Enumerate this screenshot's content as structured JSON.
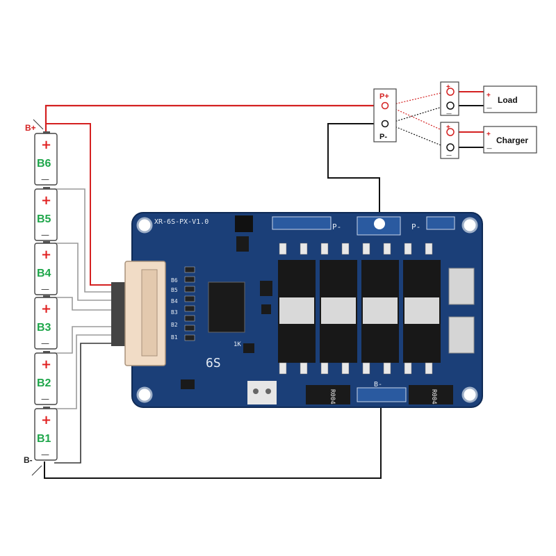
{
  "battery": {
    "b_plus": "B+",
    "b_minus": "B-",
    "cells": [
      {
        "name": "B6",
        "plus": "+",
        "minus": "—"
      },
      {
        "name": "B5",
        "plus": "+",
        "minus": "—"
      },
      {
        "name": "B4",
        "plus": "+",
        "minus": "—"
      },
      {
        "name": "B3",
        "plus": "+",
        "minus": "—"
      },
      {
        "name": "B2",
        "plus": "+",
        "minus": "—"
      },
      {
        "name": "B1",
        "plus": "+",
        "minus": "—"
      }
    ]
  },
  "terminals": {
    "p_plus": "P+",
    "p_minus": "P-",
    "plus_sign": "+",
    "minus_sign": "—",
    "load": "Load",
    "charger": "Charger"
  },
  "board": {
    "model": "XR-6S-PX-V1.0",
    "series": "6S",
    "p_minus_1": "P-",
    "p_minus_2": "P-",
    "b_minus": "B-",
    "resistor_1": "R004",
    "resistor_2": "R004",
    "res_1k": "1K",
    "balance_pins": [
      "B6",
      "B5",
      "B4",
      "B3",
      "B2",
      "B1"
    ]
  },
  "colors": {
    "wire_red": "#d42020",
    "wire_black": "#111111",
    "wire_gray": "#9a9a9a",
    "pcb_blue": "#1b3f78",
    "cell_label": "#1ea64a"
  }
}
